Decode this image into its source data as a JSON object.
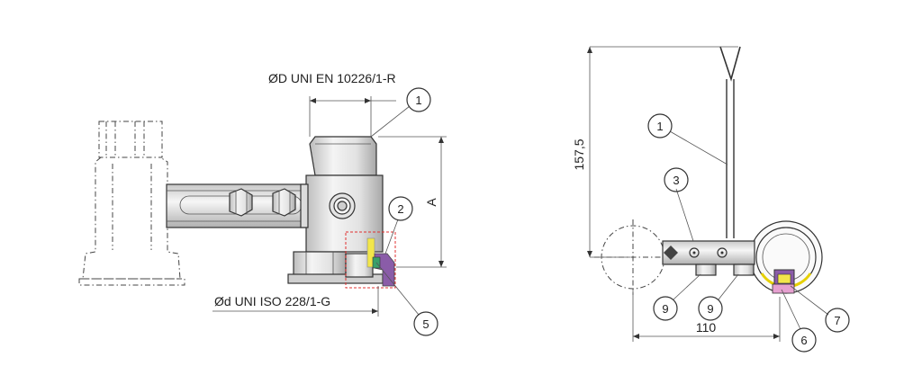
{
  "left_view": {
    "dim_top": "ØD UNI EN 10226/1-R",
    "dim_bottom": "Ød UNI ISO 228/1-G",
    "dim_height": "A",
    "callouts": [
      "1",
      "2",
      "5"
    ]
  },
  "right_view": {
    "dim_height": "157,5",
    "dim_width": "110",
    "callouts": [
      "1",
      "3",
      "9",
      "9",
      "6",
      "7"
    ]
  },
  "colors": {
    "line": "#333333",
    "highlight_box": "#e03030",
    "seal_yellow": "#f2e64a",
    "seal_purple": "#8a5ca8",
    "seal_green": "#3aa06a",
    "pink": "#e6a0d0",
    "metal_light": "#f2f2f2",
    "metal_mid": "#d6d6d6",
    "metal_dark": "#9a9a9a"
  }
}
